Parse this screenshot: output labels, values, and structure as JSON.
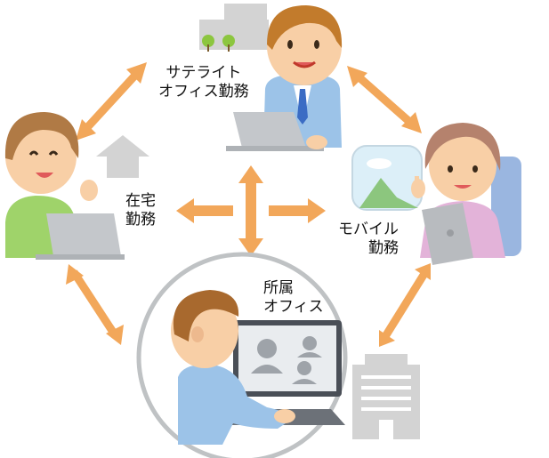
{
  "labels": {
    "satellite": {
      "line1": "サテライト",
      "line2": "オフィス勤務"
    },
    "home": {
      "line1": "在宅",
      "line2": "勤務"
    },
    "mobile": {
      "line1": "モバイル",
      "line2": "勤務"
    },
    "office": {
      "line1": "所属",
      "line2": "オフィス"
    }
  },
  "colors": {
    "arrow": "#F2A75A",
    "skin": "#F8CFA6",
    "hair_brown": "#C27B2C",
    "hair_woman": "#B07A45",
    "shirt_blue": "#9CC3E8",
    "shirt_green": "#9FD36A",
    "shirt_pink": "#E3B3D9",
    "laptop": "#C4C7CB",
    "building": "#D3D3D3",
    "circle_border": "#BFC2C4"
  },
  "icons": [
    "satellite-office-building-icon",
    "home-up-arrow-icon",
    "office-building-icon",
    "train-window-icon"
  ]
}
